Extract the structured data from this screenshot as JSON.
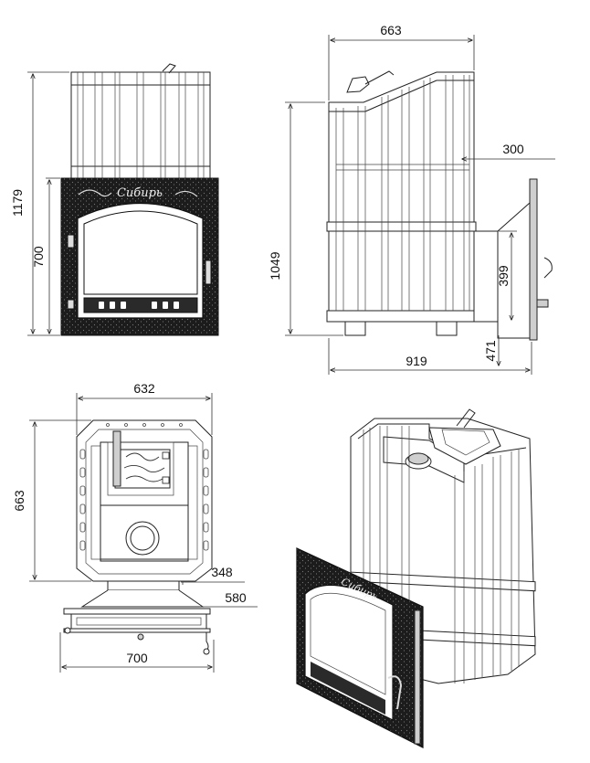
{
  "dimensions": {
    "front_total_height": "1179",
    "front_door_height": "700",
    "side_top_width": "663",
    "side_height": "1049",
    "side_tank_offset": "300",
    "side_door_height": "399",
    "side_door_bottom": "471",
    "side_total_depth": "919",
    "top_width": "632",
    "top_depth": "663",
    "top_pipe_offset": "348",
    "top_door_offset": "580",
    "top_door_width": "700"
  },
  "door_brand_script": "Сибирь",
  "colors": {
    "line": "#222222",
    "door_panel": "#1c1c1c",
    "background": "#ffffff"
  }
}
